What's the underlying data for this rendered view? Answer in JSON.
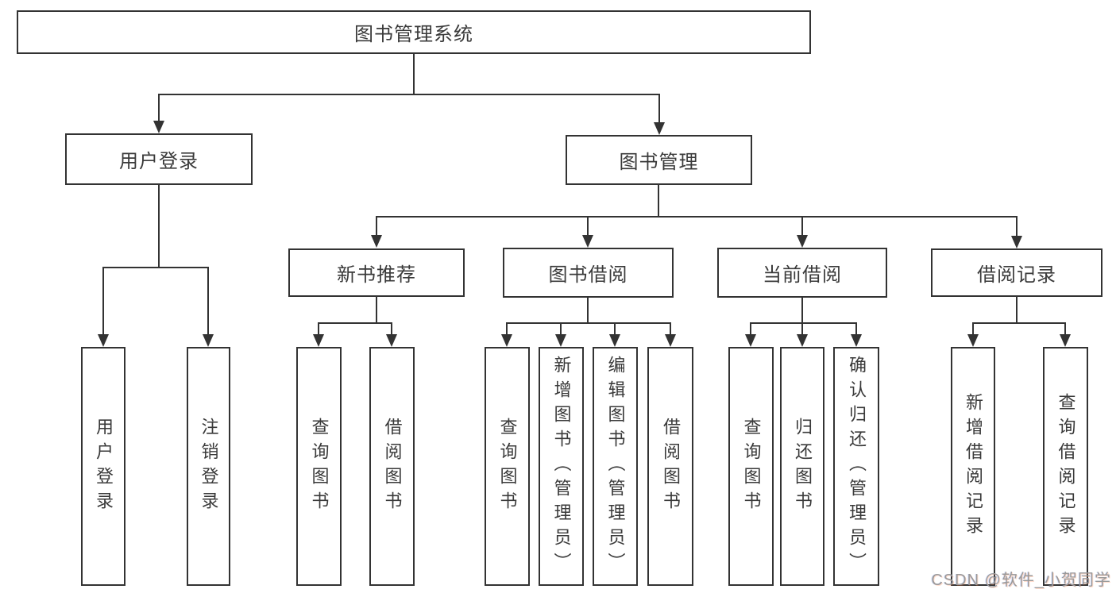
{
  "nodes": {
    "root": "图书管理系统",
    "user_login": "用户登录",
    "book_mgmt": "图书管理",
    "new_book": "新书推荐",
    "book_borrow": "图书借阅",
    "current_borrow": "当前借阅",
    "borrow_record": "借阅记录"
  },
  "leaves": {
    "user_login_children": [
      "用户登录",
      "注销登录"
    ],
    "new_book_children": [
      "查询图书",
      "借阅图书"
    ],
    "book_borrow_children": [
      "查询图书",
      "新增图书（管理员）",
      "编辑图书（管理员）",
      "借阅图书"
    ],
    "current_borrow_children": [
      "查询图书",
      "归还图书",
      "确认归还（管理员）"
    ],
    "borrow_record_children": [
      "新增借阅记录",
      "查询借阅记录"
    ]
  },
  "watermark": "CSDN @软件_小贺同学",
  "colors": {
    "line": "#333333",
    "text": "#3a3a3a",
    "background": "#ffffff",
    "watermark": "#9a9a9a"
  }
}
